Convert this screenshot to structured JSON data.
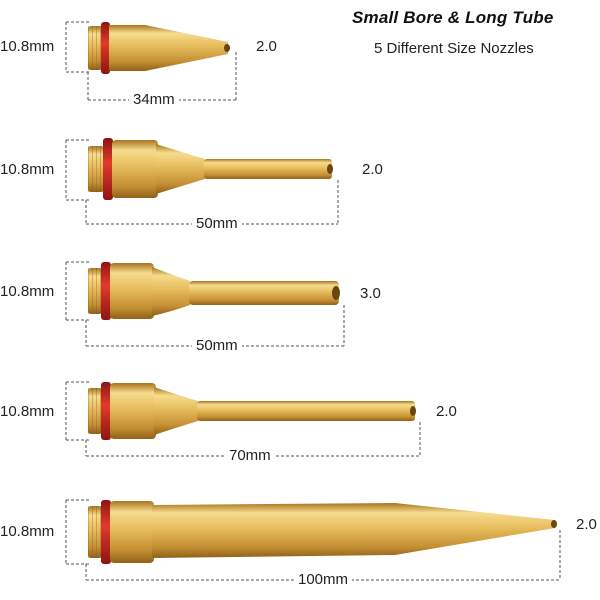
{
  "header": {
    "title": "Small Bore & Long Tube",
    "subtitle": "5 Different Size Nozzles"
  },
  "nozzles": [
    {
      "diameter_label": "10.8mm",
      "bore_label": "2.0",
      "length_label": "34mm"
    },
    {
      "diameter_label": "10.8mm",
      "bore_label": "2.0",
      "length_label": "50mm"
    },
    {
      "diameter_label": "10.8mm",
      "bore_label": "3.0",
      "length_label": "50mm"
    },
    {
      "diameter_label": "10.8mm",
      "bore_label": "2.0",
      "length_label": "70mm"
    },
    {
      "diameter_label": "10.8mm",
      "bore_label": "2.0",
      "length_label": "100mm"
    }
  ],
  "colors": {
    "brass_light": "#f6dc8e",
    "brass_mid": "#d9a94a",
    "brass_dark": "#9c6c1c",
    "o_ring": "#d7261e",
    "dim_line": "#555555"
  }
}
